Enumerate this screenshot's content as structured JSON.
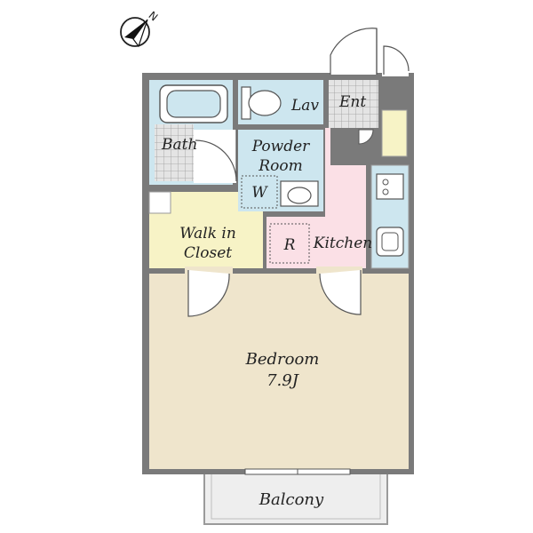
{
  "compass": {
    "north_label": "N",
    "icon": "north-arrow-icon"
  },
  "rooms": {
    "bath": "Bath",
    "lav": "Lav",
    "entrance": "Ent",
    "powder_room_line1": "Powder",
    "powder_room_line2": "Room",
    "washer": "W",
    "walk_in_closet_line1": "Walk in",
    "walk_in_closet_line2": "Closet",
    "refrigerator": "R",
    "kitchen": "Kitchen",
    "bedroom": "Bedroom",
    "bedroom_size": "7.9J",
    "balcony": "Balcony"
  },
  "colors": {
    "wet_area": "#cde6ef",
    "closet": "#f7f3c6",
    "kitchen": "#fbe0e6",
    "bedroom": "#efe5cc",
    "balcony": "#eeeeee",
    "wall": "#7a7a7a"
  }
}
